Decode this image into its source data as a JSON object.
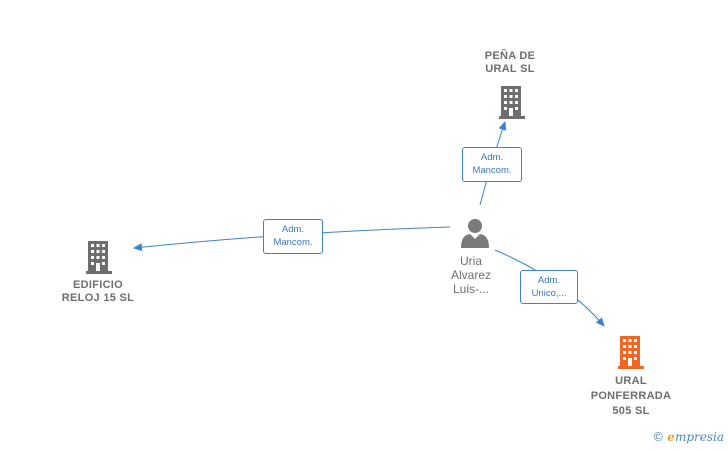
{
  "nodes": {
    "pena": {
      "line1": "PEÑA DE",
      "line2": "URAL  SL",
      "icon": "building-icon",
      "color": "#6e6e6e"
    },
    "edificio": {
      "line1": "EDIFICIO",
      "line2": "RELOJ 15  SL",
      "icon": "building-icon",
      "color": "#6e6e6e"
    },
    "ural": {
      "line1": "URAL",
      "line2": "PONFERRADA",
      "line3": "505  SL",
      "icon": "building-icon",
      "color": "#f26522"
    },
    "person": {
      "line1": "Uria",
      "line2": "Alvarez",
      "line3": "Luis-...",
      "icon": "person-icon",
      "color": "#6e6e6e"
    }
  },
  "edges": {
    "to_pena": {
      "line1": "Adm.",
      "line2": "Mancom."
    },
    "to_edificio": {
      "line1": "Adm.",
      "line2": "Mancom."
    },
    "to_ural": {
      "line1": "Adm.",
      "line2": "Unico,..."
    }
  },
  "colors": {
    "edge": "#3b82d6",
    "building": "#6e6e6e",
    "highlight_building": "#f26522"
  },
  "watermark": {
    "symbol": "©",
    "e": "e",
    "rest": "mpresia"
  }
}
